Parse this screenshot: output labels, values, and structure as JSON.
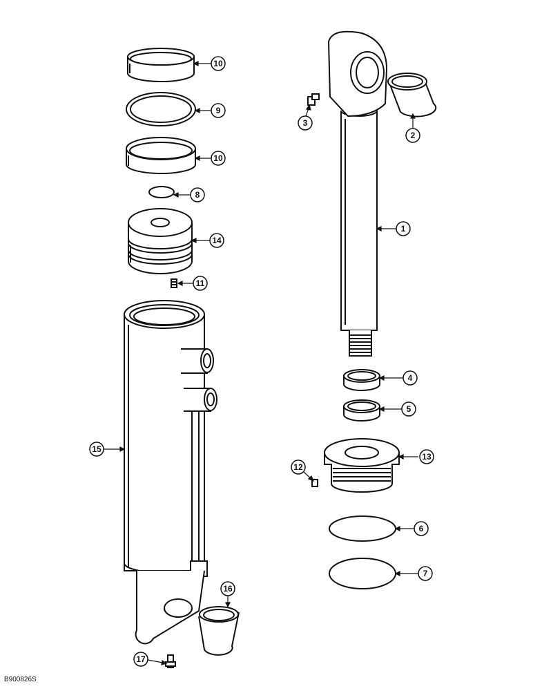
{
  "figure_id": "B900826S",
  "callouts": [
    {
      "id": "callout-1",
      "number": "1"
    },
    {
      "id": "callout-2",
      "number": "2"
    },
    {
      "id": "callout-3",
      "number": "3"
    },
    {
      "id": "callout-4",
      "number": "4"
    },
    {
      "id": "callout-5",
      "number": "5"
    },
    {
      "id": "callout-6",
      "number": "6"
    },
    {
      "id": "callout-7",
      "number": "7"
    },
    {
      "id": "callout-8",
      "number": "8"
    },
    {
      "id": "callout-9",
      "number": "9"
    },
    {
      "id": "callout-10a",
      "number": "10"
    },
    {
      "id": "callout-10b",
      "number": "10"
    },
    {
      "id": "callout-11",
      "number": "11"
    },
    {
      "id": "callout-12",
      "number": "12"
    },
    {
      "id": "callout-13",
      "number": "13"
    },
    {
      "id": "callout-14",
      "number": "14"
    },
    {
      "id": "callout-15",
      "number": "15"
    },
    {
      "id": "callout-16",
      "number": "16"
    },
    {
      "id": "callout-17",
      "number": "17"
    }
  ]
}
